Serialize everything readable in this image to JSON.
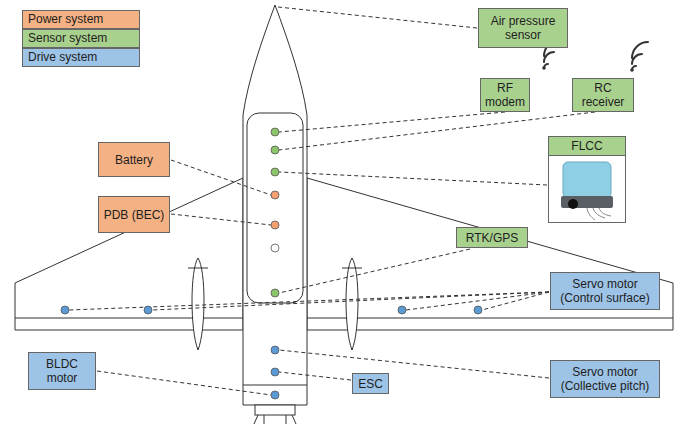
{
  "diagram": {
    "nodes": [
      {
        "text": [
          "Air pressure sensor"
        ]
      },
      {
        "text": [
          "RF modem"
        ]
      },
      {
        "text": [
          "RC receiver"
        ]
      },
      {
        "text": [
          "FLCC"
        ]
      },
      {
        "text": [
          "Battery"
        ]
      },
      {
        "text": [
          "PDB (BEC)"
        ]
      },
      {
        "text": [
          "RTK/GPS"
        ]
      },
      {
        "text": [
          "Servo motor (Control surface)"
        ]
      },
      {
        "text": [
          "Servo motor (Collective pitch)"
        ]
      },
      {
        "text": [
          "ESC"
        ]
      },
      {
        "text": [
          "BLDC motor"
        ]
      }
    ],
    "legend": [
      {
        "text": "Power system",
        "color": "#f4b183"
      },
      {
        "text": "Sensor system",
        "color": "#a9d18e"
      },
      {
        "text": "Drive system",
        "color": "#9dc3e6"
      }
    ]
  }
}
